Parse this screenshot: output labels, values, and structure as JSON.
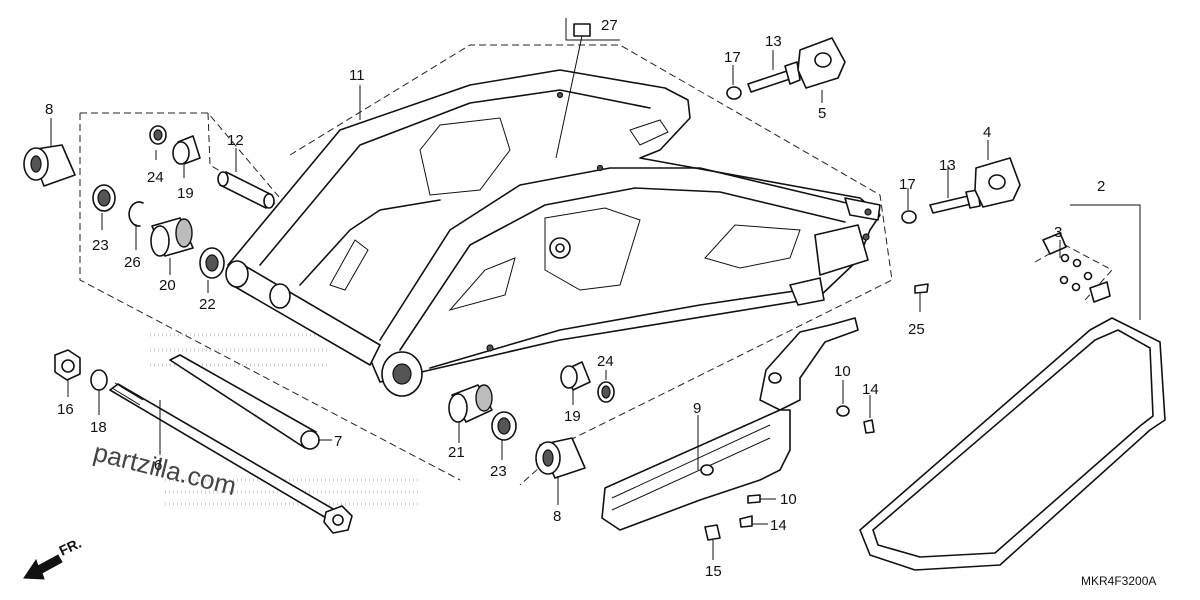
{
  "diagram": {
    "diagram_code": "MKR4F3200A",
    "front_marker": "FR.",
    "watermark": "partzilla.com",
    "callouts": {
      "c27": "27",
      "c13a": "13",
      "c17a": "17",
      "c5": "5",
      "c11": "11",
      "c8a": "8",
      "c12": "12",
      "c24a": "24",
      "c19a": "19",
      "c4": "4",
      "c13b": "13",
      "c17b": "17",
      "c2": "2",
      "c3": "3",
      "c23a": "23",
      "c26": "26",
      "c20": "20",
      "c22": "22",
      "c25": "25",
      "c16": "16",
      "c18": "18",
      "c7": "7",
      "c6": "6",
      "c24b": "24",
      "c19b": "19",
      "c21": "21",
      "c23b": "23",
      "c8b": "8",
      "c9": "9",
      "c10a": "10",
      "c14a": "14",
      "c10b": "10",
      "c14b": "14",
      "c15": "15"
    }
  }
}
